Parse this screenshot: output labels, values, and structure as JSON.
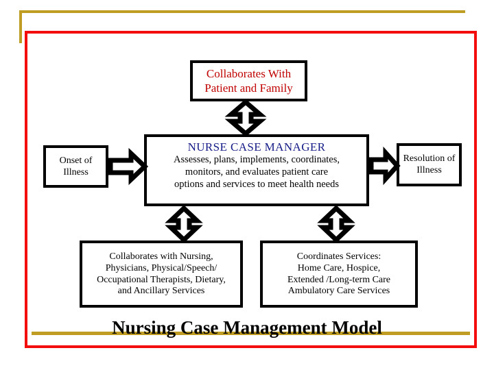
{
  "slide": {
    "title": "Nursing Case Management Model",
    "colors": {
      "gold_rule": "#bf9d22",
      "red_frame": "#f40d0d",
      "red_text": "#c00000",
      "navy_text": "#151c87",
      "box_border": "#000000",
      "background": "#ffffff"
    }
  },
  "nodes": {
    "collaborates_family": {
      "name": "Collaborates With Patient and Family",
      "lines": [
        "Collaborates With",
        "Patient and Family"
      ]
    },
    "onset": {
      "name": "Onset of Illness",
      "lines": [
        "Onset of",
        "Illness"
      ]
    },
    "nurse_case_manager": {
      "headline": "NURSE CASE MANAGER",
      "lines": [
        "Assesses, plans, implements, coordinates,",
        "monitors, and evaluates patient care",
        "options and services to meet health needs"
      ]
    },
    "resolution": {
      "name": "Resolution of Illness",
      "lines": [
        "Resolution of",
        "Illness"
      ]
    },
    "collaborates_team": {
      "name": "Collaborates with Nursing, Physicians, Physical/Speech/ Occupational Therapists, Dietary, and Ancillary Services",
      "lines": [
        "Collaborates with Nursing,",
        "Physicians, Physical/Speech/",
        "Occupational Therapists, Dietary,",
        "and Ancillary Services"
      ]
    },
    "coordinates_services": {
      "name": "Coordinates Services",
      "lines": [
        "Coordinates Services:",
        "Home Care, Hospice,",
        "Extended /Long-term Care",
        "Ambulatory Care Services"
      ]
    }
  },
  "connectors": [
    {
      "id": "arrow-up-family",
      "icon": "double-arrow-vertical-icon",
      "from": "nurse_case_manager",
      "to": "collaborates_family"
    },
    {
      "id": "arrow-onset-right",
      "icon": "arrow-right-icon",
      "from": "onset",
      "to": "nurse_case_manager"
    },
    {
      "id": "arrow-nurse-right",
      "icon": "arrow-right-icon",
      "from": "nurse_case_manager",
      "to": "resolution"
    },
    {
      "id": "arrow-down-left",
      "icon": "double-arrow-vertical-icon",
      "from": "nurse_case_manager",
      "to": "collaborates_team"
    },
    {
      "id": "arrow-down-right",
      "icon": "double-arrow-vertical-icon",
      "from": "nurse_case_manager",
      "to": "coordinates_services"
    }
  ]
}
